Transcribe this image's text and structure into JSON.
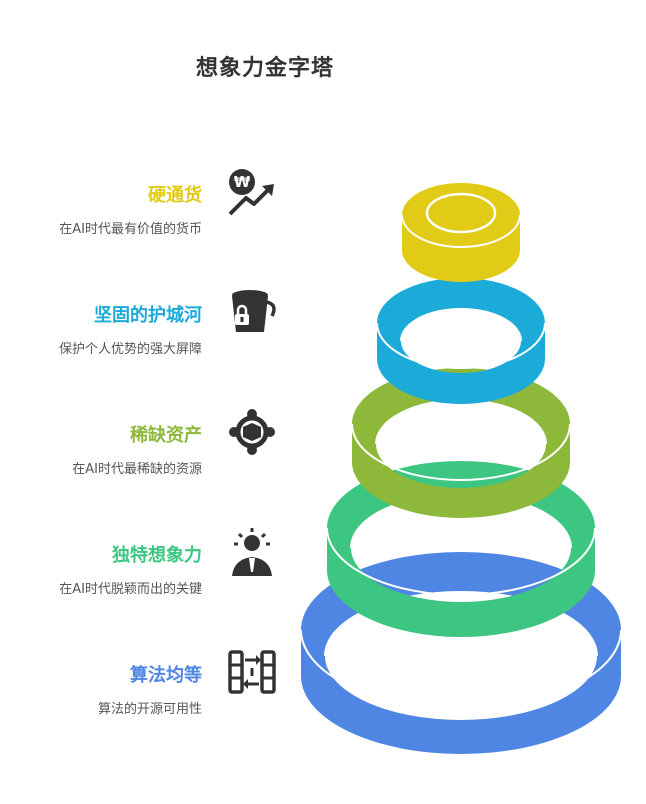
{
  "title": "想象力金字塔",
  "tiers": [
    {
      "heading": "硬通货",
      "desc": "在AI时代最有价值的货币",
      "color": "#E2CB16",
      "icon": "won-growth-icon"
    },
    {
      "heading": "坚固的护城河",
      "desc": "保护个人优势的强大屏障",
      "color": "#1CAAD9",
      "icon": "locked-bucket-icon"
    },
    {
      "heading": "稀缺资产",
      "desc": "在AI时代最稀缺的资源",
      "color": "#8DB83A",
      "icon": "network-hub-icon"
    },
    {
      "heading": "独特想象力",
      "desc": "在AI时代脱颖而出的关键",
      "color": "#3DC582",
      "icon": "idea-person-icon"
    },
    {
      "heading": "算法均等",
      "desc": "算法的开源可用性",
      "color": "#4F86E3",
      "icon": "equal-columns-icon"
    }
  ]
}
